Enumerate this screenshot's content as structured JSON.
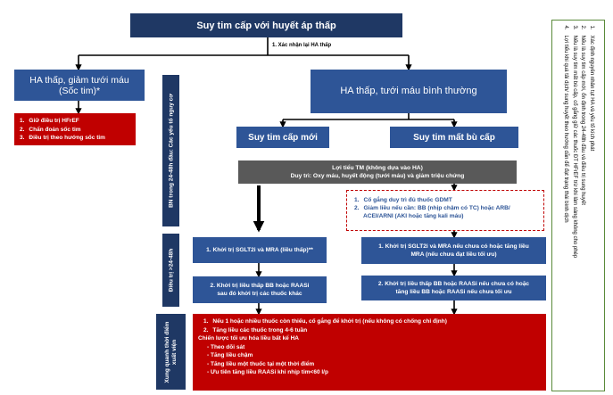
{
  "title": "Suy tim cấp với huyết áp thấp",
  "step1_label": "1. Xác nhận lại HA thấp",
  "left_branch": {
    "title": "HA thấp, giảm tưới máu",
    "subtitle": "(Sốc tim)*",
    "items": [
      {
        "num": "1.",
        "text": "Giữ điều trị HFrEF"
      },
      {
        "num": "2.",
        "text": "Chẩn đoán sốc tim"
      },
      {
        "num": "3.",
        "text": "Điều trị theo hướng sốc tim"
      }
    ]
  },
  "right_branch": {
    "title": "HA thấp, tưới máu bình thường"
  },
  "new_onset": "Suy tim cấp mới",
  "decompensated": "Suy tim mất bù cấp",
  "gray_box": {
    "line1": "Lợi tiểu TM (không dựa vào HA)",
    "line2": "Duy trì: Oxy máu, huyết động (tưới máu) và giảm triệu chứng"
  },
  "side_labels": {
    "first": "BN trong 24-48h đầu: Các yếu tố nguy cơ",
    "second": "Điều trị >24-48h",
    "third": "Xung quanh thời điểm xuất viện"
  },
  "gdmt_box": {
    "items": [
      {
        "num": "1.",
        "text": "Cố gắng duy trì đủ thuốc GDMT"
      },
      {
        "num": "2.",
        "text": "Giảm liều nếu cần: BB (nhịp chậm có TC) hoặc ARB/"
      },
      {
        "num": "",
        "text": "ACEI/ARNI (AKI hoặc tăng kali máu)"
      }
    ]
  },
  "left_step1": "1. Khởi trị SGLT2i và MRA (liều thấp)**",
  "left_step2": {
    "line1": "2. Khởi trị liều thấp BB hoặc RAASi",
    "line2": "sau đó khởi trị các thuốc khác"
  },
  "right_step1": {
    "line1": "1. Khởi trị SGLT2i và MRA nếu chưa có hoặc tăng liều",
    "line2": "MRA (nếu chưa đạt liều tối ưu)"
  },
  "right_step2": {
    "line1": "2. Khởi trị liều thấp BB hoặc RAASi nếu chưa có hoặc",
    "line2": "tăng liều BB hoặc RAASi nếu chưa tối ưu"
  },
  "discharge": {
    "items": [
      {
        "num": "1.",
        "text": "Nếu 1 hoặc nhiều thuốc còn thiếu, cố gắng để khởi trị (nếu không có chống chỉ định)"
      },
      {
        "num": "2.",
        "text": "Tăng liều các thuốc trong 4-6 tuần"
      }
    ],
    "strategy": "Chiến lược tối ưu hóa liều bất kể HA",
    "bullets": [
      "- Theo dõi sát",
      "- Tăng liều chậm",
      "- Tăng liều một thuốc tại một thời điểm",
      "- Ưu tiên tăng liều RAASi khi nhịp tim<60 l/p"
    ]
  },
  "notes": [
    {
      "num": "1.",
      "text": "Xác định nguyên nhân tụt HA và yếu tố kích phát"
    },
    {
      "num": "2.",
      "text": "Nếu là suy tim cấp mới, ổn định trong 24-48h đầu và điều trị sung huyết"
    },
    {
      "num": "3.",
      "text": "Nếu là suy tim mất bù cấp, cố gắng giữ các thuốc ĐT HFrEF trừ khi lâm sàng không cho phép"
    },
    {
      "num": "4.",
      "text": "Lợi tiểu khi quá tải dịch/ sung huyết theo hướng dẫn để đạt trạng thái bình dịch"
    }
  ],
  "colors": {
    "navy": "#1f3864",
    "blue": "#2e5597",
    "red": "#c00000",
    "gray": "#595959",
    "note_border": "#5a8a3a"
  }
}
